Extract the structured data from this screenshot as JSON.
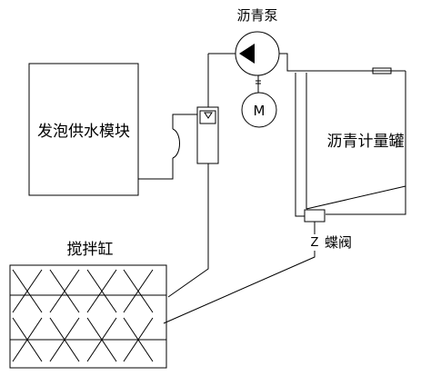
{
  "labels": {
    "foam_module": "发泡供水模块",
    "asphalt_pump": "沥青泵",
    "motor": "M",
    "metering_tank": "沥青计量罐",
    "butterfly_valve": "蝶阀",
    "valve_symbol": "Z",
    "mixing_tank": "搅拌缸"
  }
}
